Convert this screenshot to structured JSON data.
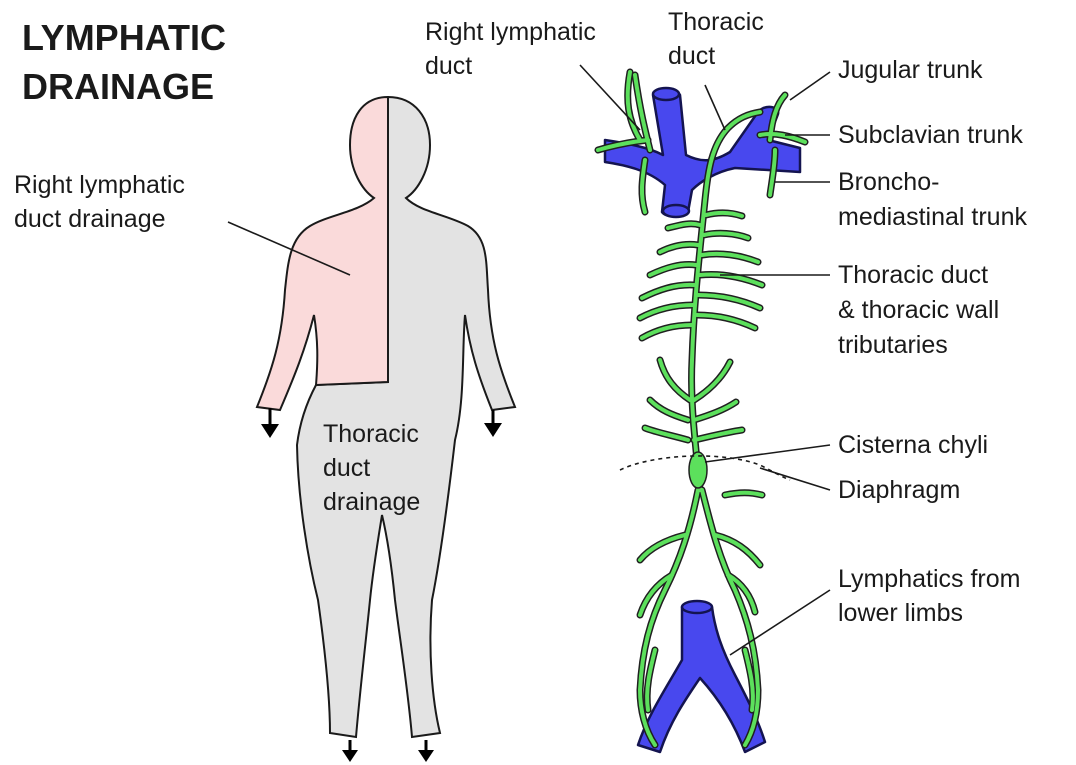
{
  "title": [
    "LYMPHATIC",
    "DRAINAGE"
  ],
  "labels": {
    "right_lymphatic_duct_drainage": [
      "Right lymphatic",
      "duct drainage"
    ],
    "thoracic_duct_drainage": [
      "Thoracic",
      "duct",
      "drainage"
    ],
    "right_lymphatic_duct": [
      "Right lymphatic",
      "duct"
    ],
    "thoracic_duct": [
      "Thoracic",
      "duct"
    ],
    "jugular_trunk": [
      "Jugular trunk"
    ],
    "subclavian_trunk": [
      "Subclavian trunk"
    ],
    "bronchomediastinal_trunk": [
      "Broncho-",
      "mediastinal trunk"
    ],
    "thoracic_wall_tributaries": [
      "Thoracic duct",
      "& thoracic wall",
      "tributaries"
    ],
    "cisterna_chyli": [
      "Cisterna chyli"
    ],
    "diaphragm": [
      "Diaphragm"
    ],
    "lower_limb_lymphatics": [
      "Lymphatics from",
      "lower limbs"
    ]
  },
  "colors": {
    "right_drainage": "#fadada",
    "thoracic_drainage": "#e3e3e3",
    "vein": "#4848ee",
    "lymph_vessel": "#5ce05c"
  }
}
